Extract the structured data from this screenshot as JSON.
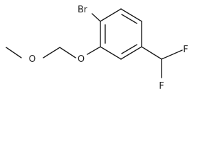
{
  "molecule": {
    "atoms": {
      "br": "Br",
      "o_ether": "O",
      "o_methoxy": "O",
      "f_top": "F",
      "f_bottom": "F"
    }
  }
}
